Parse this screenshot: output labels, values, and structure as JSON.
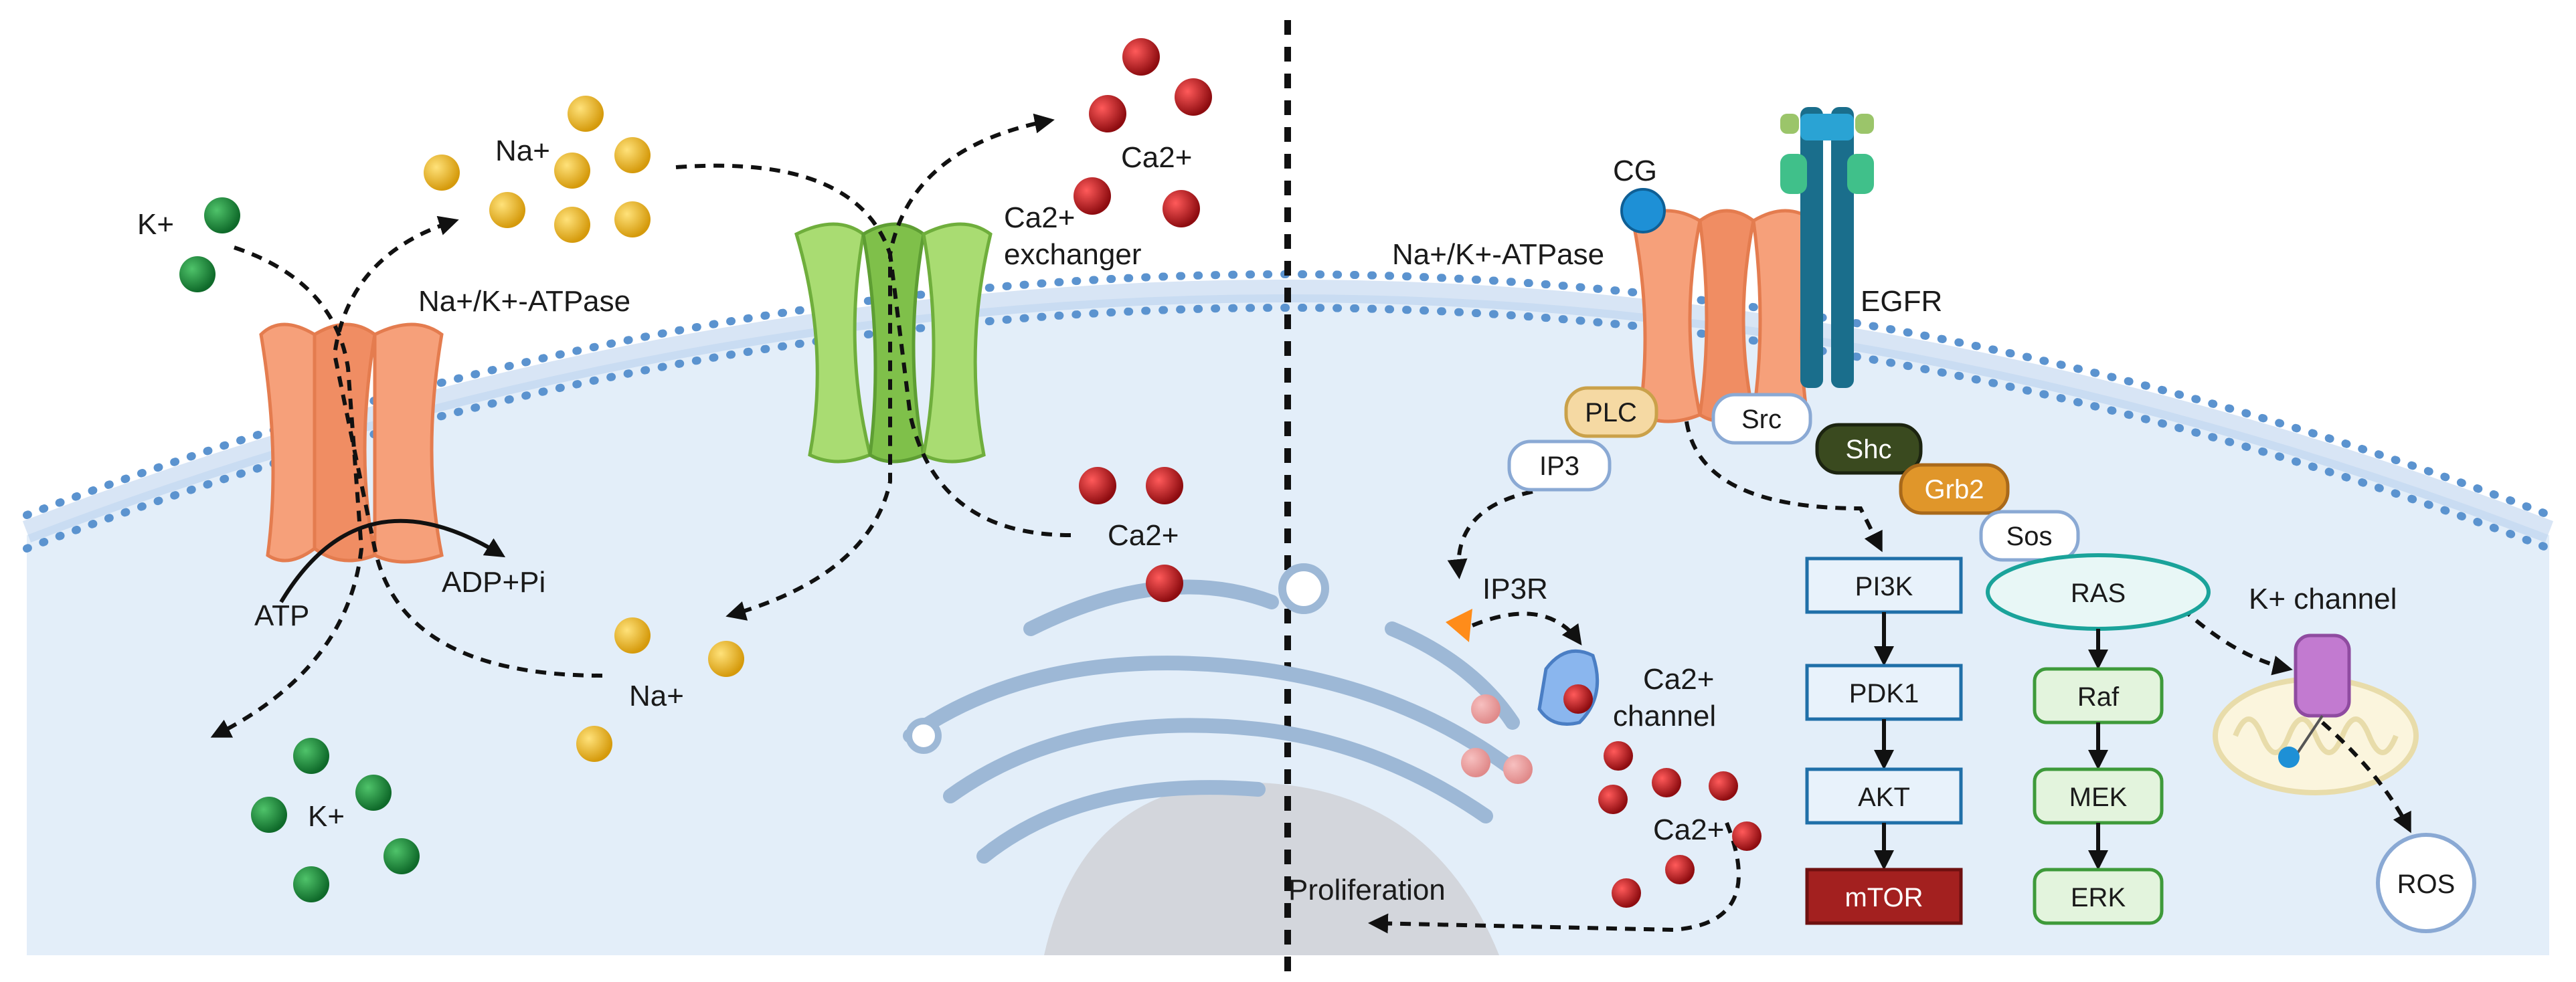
{
  "left_panel": {
    "ions": {
      "k_top": "K+",
      "na_top": "Na+",
      "ca_top": "Ca2+",
      "ca_mid": "Ca2+",
      "na_bottom": "Na+",
      "k_bottom": "K+"
    },
    "pump_label": "Na+/K+-ATPase",
    "exchanger_label_line1": "Ca2+",
    "exchanger_label_line2": "exchanger",
    "atp_label": "ATP",
    "adp_label": "ADP+Pi"
  },
  "right_panel": {
    "cg_label": "CG",
    "pump_label": "Na+/K+-ATPase",
    "egfr_label": "EGFR",
    "nodes": {
      "plc": "PLC",
      "src": "Src",
      "ip3": "IP3",
      "shc": "Shc",
      "grb2": "Grb2",
      "sos": "Sos",
      "pi3k": "PI3K",
      "pdk1": "PDK1",
      "akt": "AKT",
      "mtor": "mTOR",
      "ras": "RAS",
      "raf": "Raf",
      "mek": "MEK",
      "erk": "ERK",
      "ros": "ROS"
    },
    "ip3r_label": "IP3R",
    "ca_channel_line1": "Ca2+",
    "ca_channel_line2": "channel",
    "ca_er": "Ca2+",
    "k_channel_label": "K+ channel",
    "proliferation_label": "Proliferation"
  },
  "colors": {
    "potassium": "#1e8a3c",
    "sodium": "#f2c21b",
    "calcium": "#c3161c",
    "cytoplasm": "#e3eef9",
    "membrane": "#5b93cf",
    "pump": "#f6a07a",
    "exchanger": "#9fd66a",
    "pi3k_box": "#1f6fa8",
    "mtor_box": "#a3201f",
    "mapk_box": "#3e9a3a",
    "ras_oval": "#1aa39a",
    "shc": "#3a4a1f",
    "grb2": "#e0962a",
    "plc": "#f5d9a3"
  }
}
